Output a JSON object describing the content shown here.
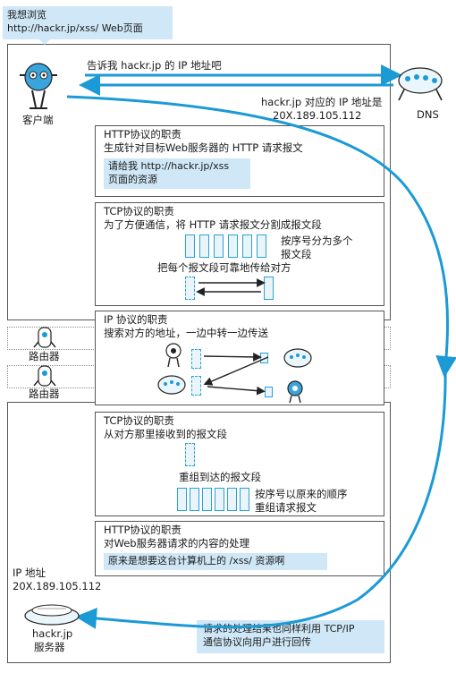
{
  "top_note": {
    "line1": "我想浏览",
    "line2": "http://hackr.jp/xss/ Web页面"
  },
  "client": {
    "label": "客户端"
  },
  "dns": {
    "label": "DNS",
    "ask": "告诉我 hackr.jp 的 IP 地址吧",
    "reply_line1": "hackr.jp 对应的 IP 地址是",
    "reply_line2": "20X.189.105.112"
  },
  "http_client": {
    "title": "HTTP协议的职责",
    "desc": "生成针对目标Web服务器的 HTTP 请求报文",
    "request_line1": "请给我 http://hackr.jp/xss",
    "request_line2": "页面的资源"
  },
  "tcp_client": {
    "title": "TCP协议的职责",
    "desc": "为了方便通信，将 HTTP 请求报文分割成报文段",
    "seq_line1": "按序号分为多个",
    "seq_line2": "报文段",
    "reliable": "把每个报文段可靠地传给对方"
  },
  "ip": {
    "title": "IP 协议的职责",
    "desc": "搜索对方的地址，一边中转一边传送"
  },
  "routers": [
    {
      "label": "路由器"
    },
    {
      "label": "路由器"
    }
  ],
  "tcp_server": {
    "title": "TCP协议的职责",
    "desc": "从对方那里接收到的报文段",
    "reassemble": "重组到达的报文段",
    "order_line1": "按序号以原来的顺序",
    "order_line2": "重组请求报文"
  },
  "http_server": {
    "title": "HTTP协议的职责",
    "desc": "对Web服务器请求的内容的处理",
    "note": "原来是想要这台计算机上的 /xss/ 资源啊"
  },
  "server": {
    "ip_label": "IP 地址",
    "ip_value": "20X.189.105.112",
    "name_line1": "hackr.jp",
    "name_line2": "服务器"
  },
  "response": {
    "line1": "请求的处理结果也同样利用 TCP/IP",
    "line2": "通信协议向用户进行回传"
  },
  "colors": {
    "accent": "#1b9ad6",
    "note_bg": "#cfe7f6",
    "frame": "#555555"
  }
}
